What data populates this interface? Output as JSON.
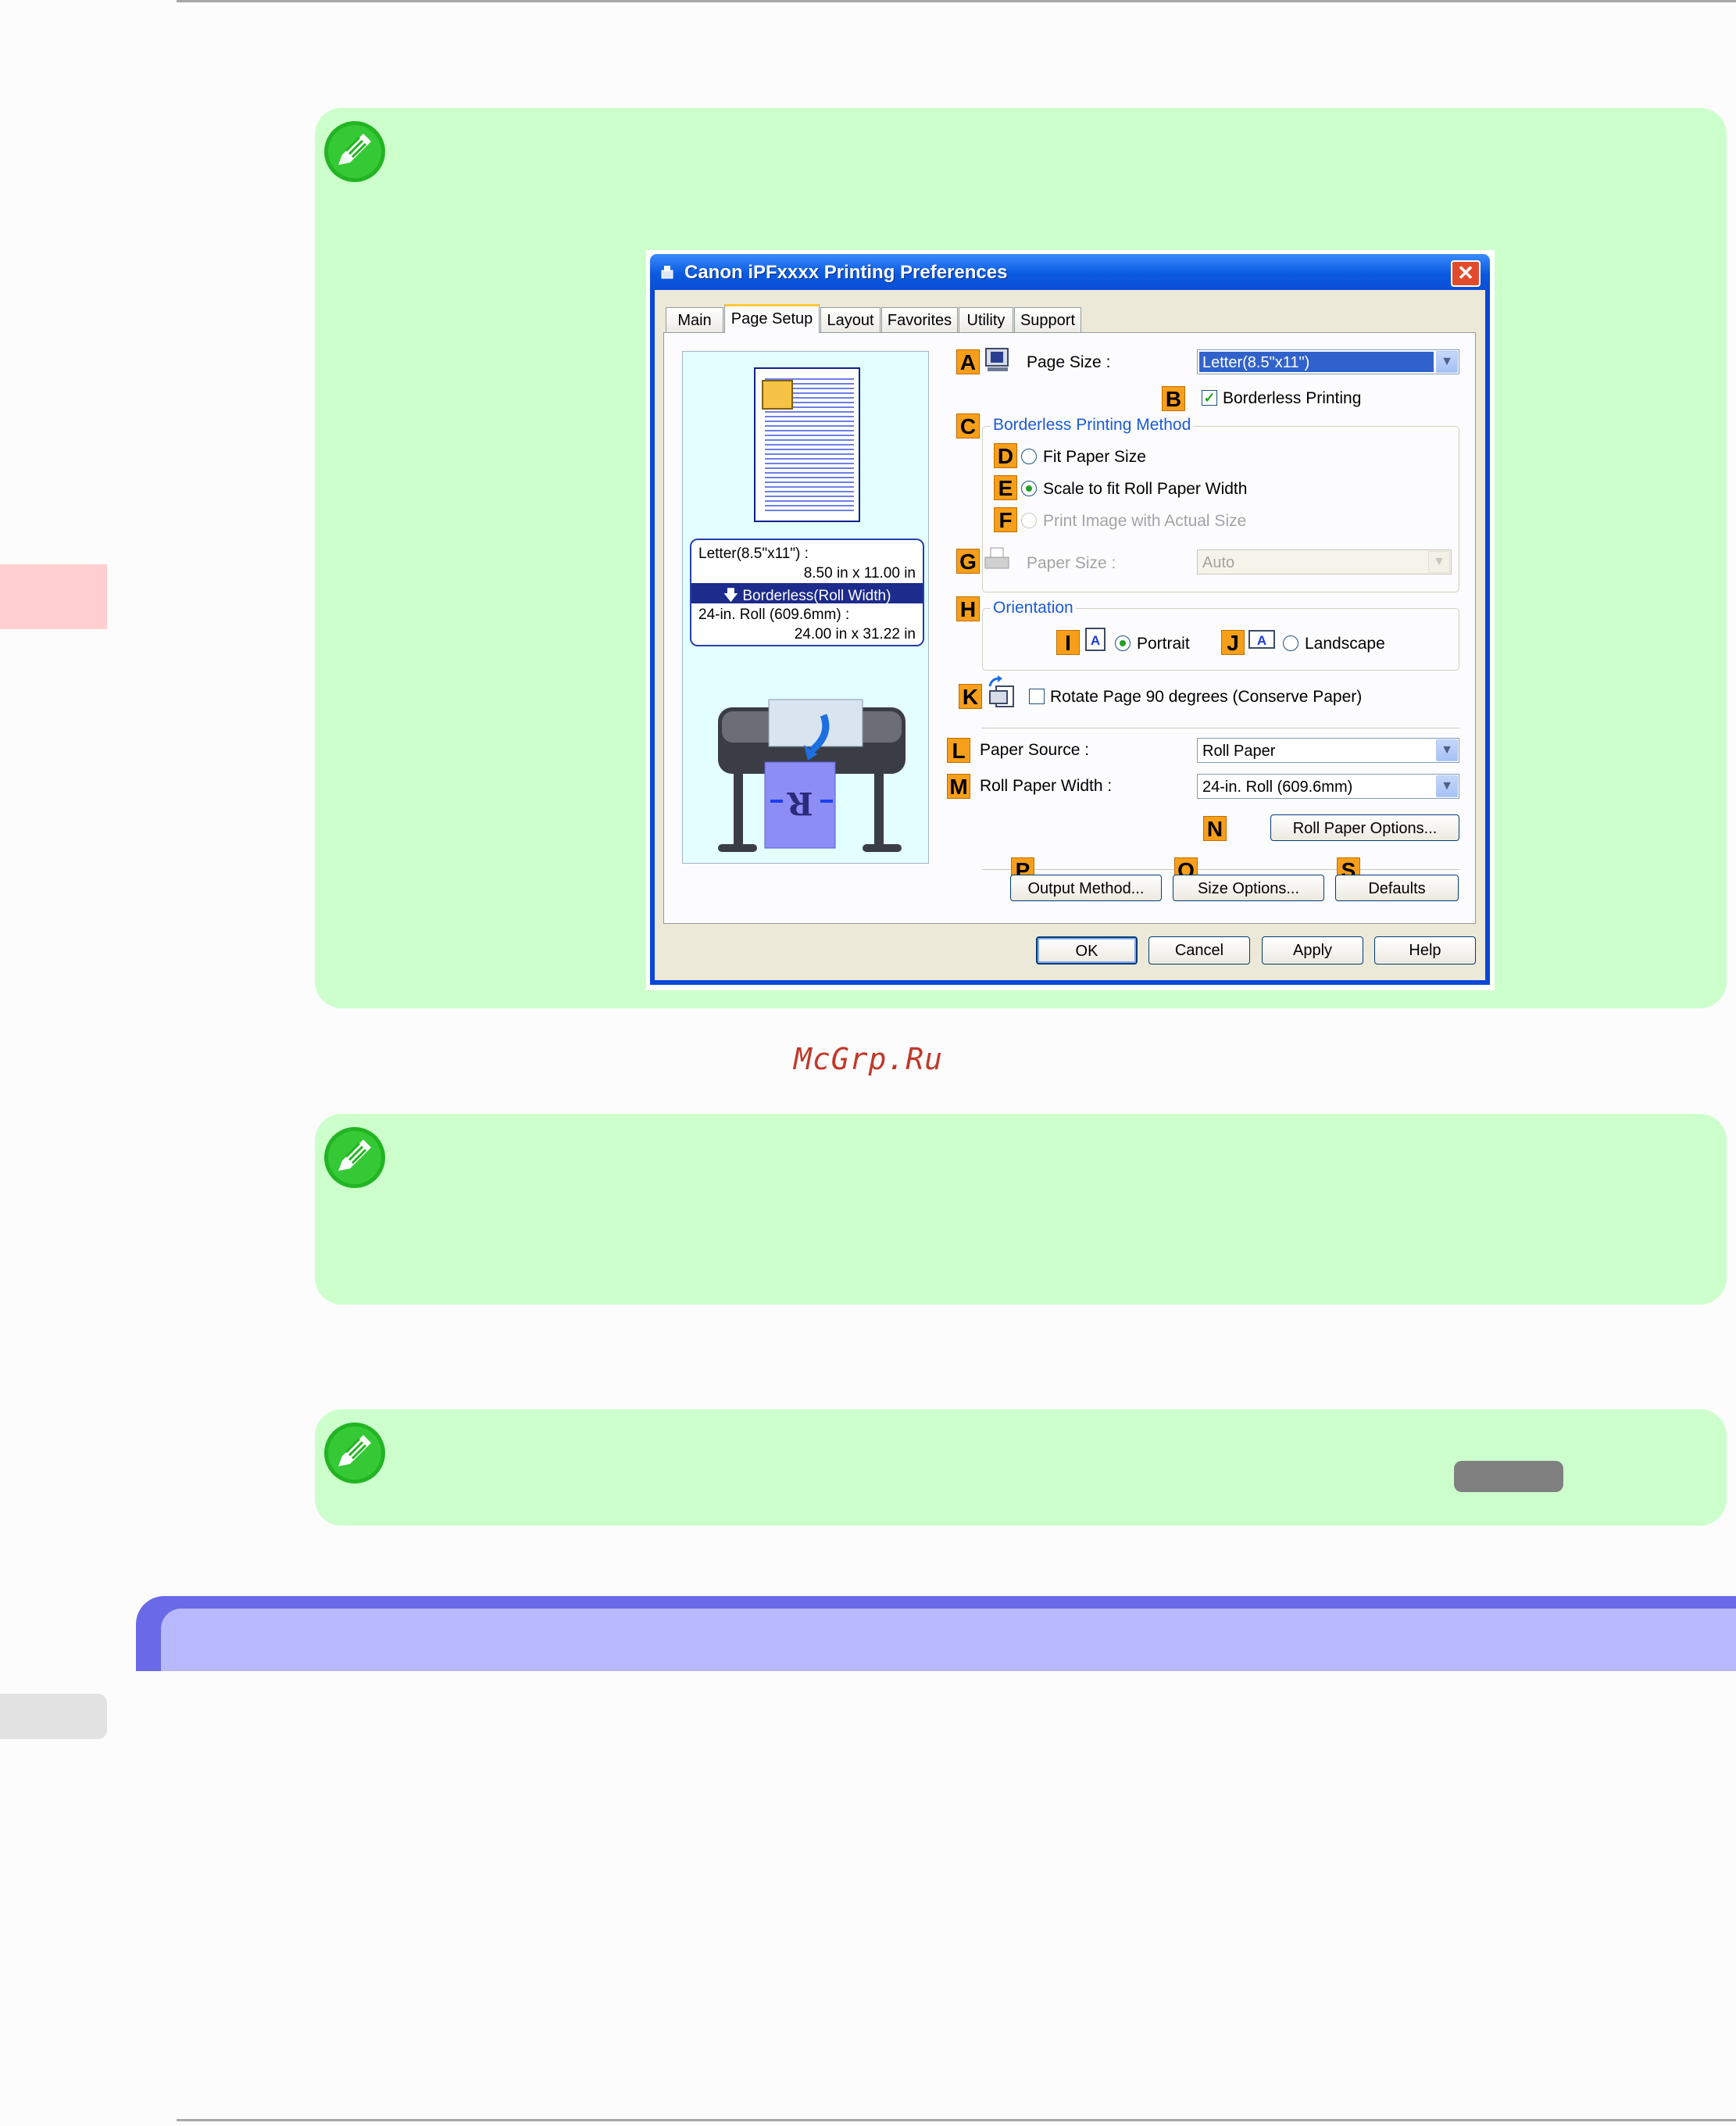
{
  "watermark": "McGrp.Ru",
  "icons": {
    "note": "pencil-icon"
  },
  "colors": {
    "note_background": "#ccffcc",
    "section_band": "#b8b8ff",
    "callout": "#f79f1a",
    "titlebar": "#0a5ae0",
    "watermark": "#c0392b"
  },
  "dialog": {
    "title": "Canon iPFxxxx Printing Preferences",
    "tabs": [
      "Main",
      "Page Setup",
      "Layout",
      "Favorites",
      "Utility",
      "Support"
    ],
    "active_tab": "Page Setup",
    "preview": {
      "size_line1": "Letter(8.5\"x11\") :",
      "size_line2": "8.50 in x 11.00 in",
      "mode": "Borderless(Roll Width)",
      "roll_line1": "24-in. Roll (609.6mm) :",
      "roll_line2": "24.00 in x 31.22 in"
    },
    "callouts": [
      "A",
      "B",
      "C",
      "D",
      "E",
      "F",
      "G",
      "H",
      "I",
      "J",
      "K",
      "L",
      "M",
      "N",
      "P",
      "O",
      "S"
    ],
    "page_size_label": "Page Size :",
    "page_size_value": "Letter(8.5\"x11\")",
    "borderless_label": "Borderless Printing",
    "borderless_checked": true,
    "borderless_method_label": "Borderless Printing Method",
    "fit_paper_size": "Fit Paper Size",
    "scale_roll_width": "Scale to fit Roll Paper Width",
    "print_actual_size": "Print Image with Actual Size",
    "selected_method": "Scale to fit Roll Paper Width",
    "paper_size_label": "Paper Size :",
    "paper_size_value": "Auto",
    "orientation_label": "Orientation",
    "portrait": "Portrait",
    "landscape": "Landscape",
    "selected_orientation": "Portrait",
    "rotate_label": "Rotate Page 90 degrees (Conserve Paper)",
    "rotate_checked": false,
    "paper_source_label": "Paper Source :",
    "paper_source_value": "Roll Paper",
    "roll_width_label": "Roll Paper Width :",
    "roll_width_value": "24-in. Roll (609.6mm)",
    "roll_options_button": "Roll Paper Options...",
    "output_method_button": "Output Method...",
    "size_options_button": "Size Options...",
    "defaults_button": "Defaults",
    "ok_button": "OK",
    "cancel_button": "Cancel",
    "apply_button": "Apply",
    "help_button": "Help"
  }
}
